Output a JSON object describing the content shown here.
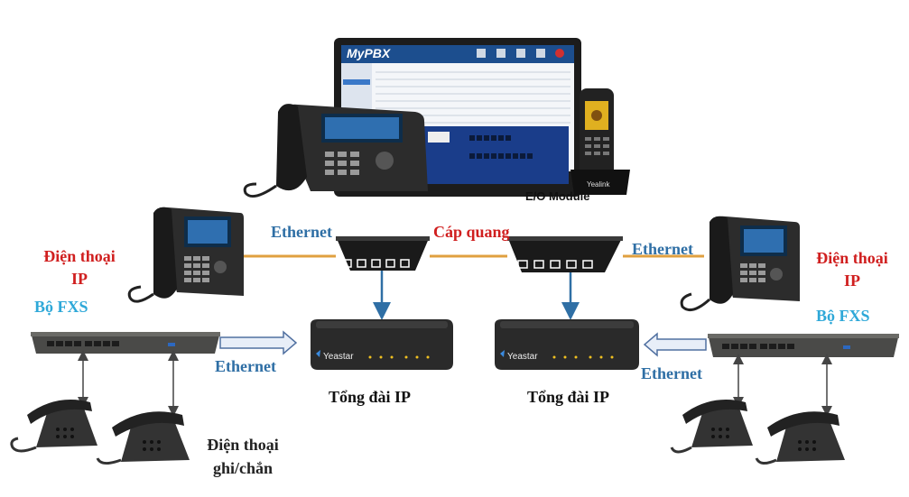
{
  "labels": {
    "ip_phone_left": [
      "Điện thoại",
      "IP"
    ],
    "ip_phone_right": [
      "Điện thoại",
      "IP"
    ],
    "fxs_left": "Bộ FXS",
    "fxs_right": "Bộ FXS",
    "ethernet_top_left": "Ethernet",
    "ethernet_top_right": "Ethernet",
    "ethernet_bottom_left": "Ethernet",
    "ethernet_bottom_right": "Ethernet",
    "fiber": "Cáp quang",
    "pbx_left": "Tổng đài IP",
    "pbx_right": "Tổng đài IP",
    "analog_phone": [
      "Điện thoại",
      "ghi/chắn"
    ],
    "eo_module": "E/O Module",
    "monitor_brand": "MyPBX",
    "handset_brand": "Yealink",
    "pbx_brand": "Yeastar"
  },
  "colors": {
    "ethernet_cable": "#e0a040",
    "arrow_blue": "#2f6fa5",
    "device_dark": "#2a2a2a",
    "label_red": "#d01f1f",
    "label_blue": "#2f6fa5",
    "label_cyan": "#2ea8d8"
  }
}
